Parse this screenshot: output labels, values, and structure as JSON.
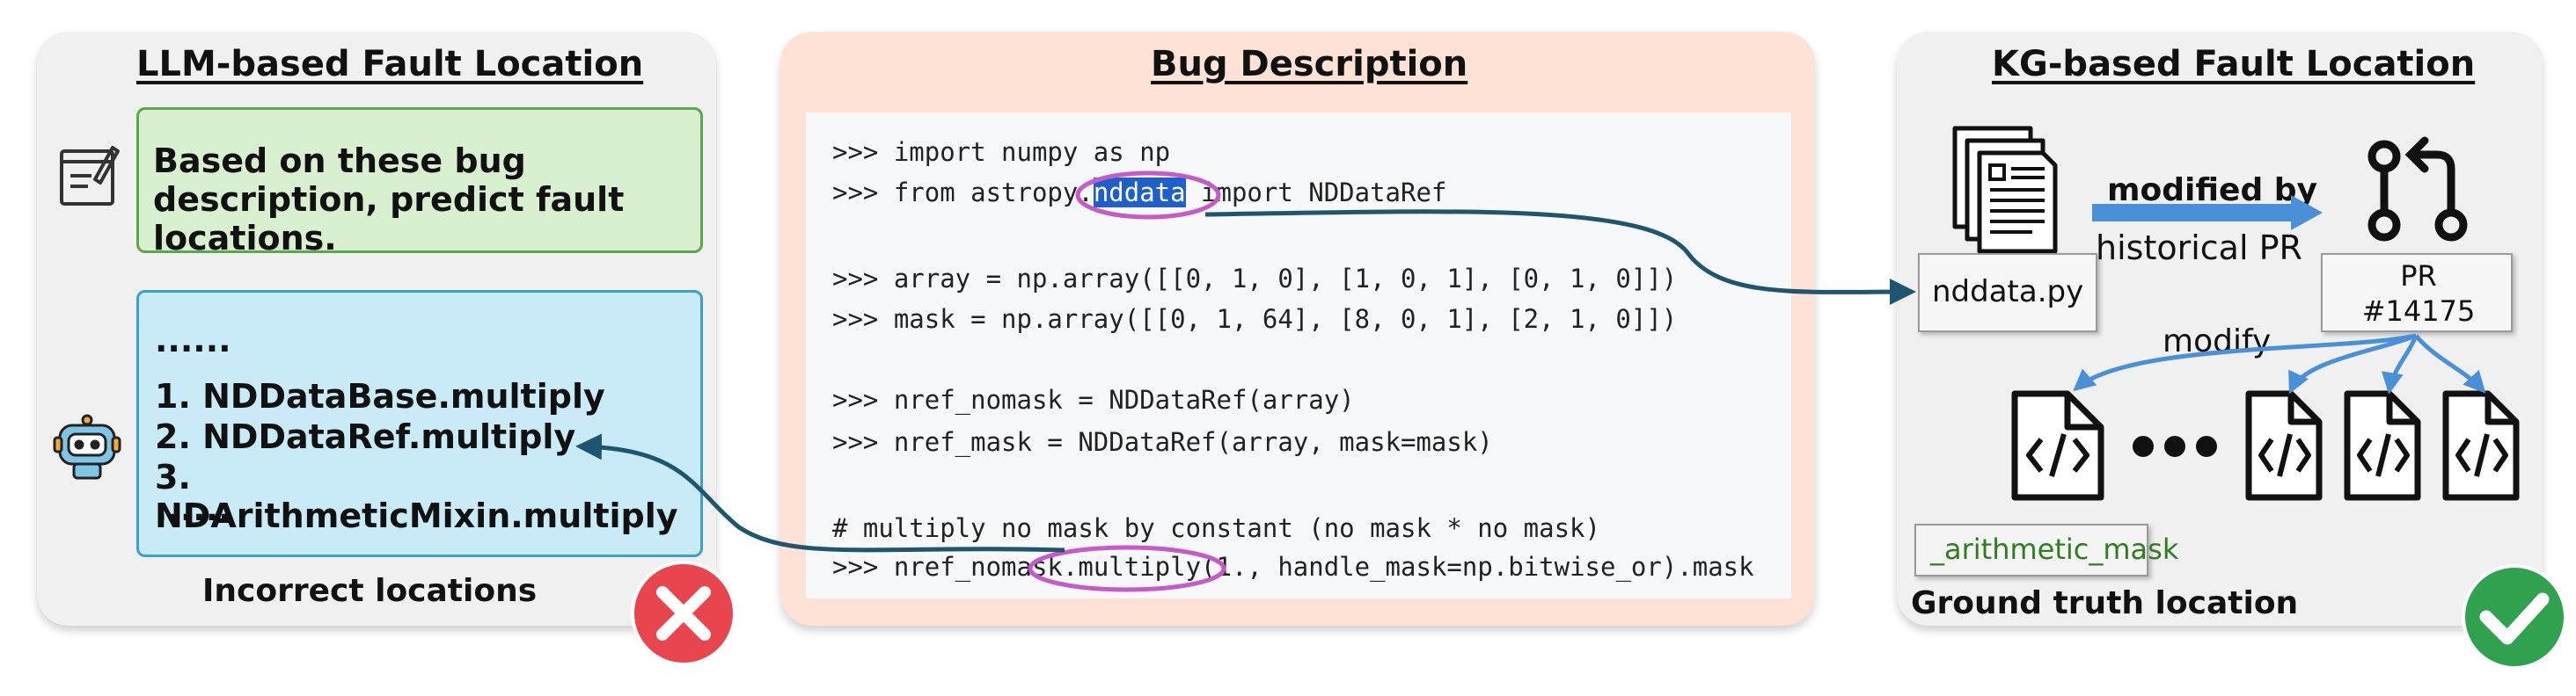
{
  "llm_panel": {
    "title": "LLM-based Fault Location",
    "prompt": "Based on these bug description, predict fault locations.",
    "response": {
      "ellipsis_top": "......",
      "items": [
        "1. NDDataBase.multiply",
        "2. NDDataRef.multiply",
        "3. NDArithmeticMixin.multiply"
      ],
      "ellipsis_bottom": "......"
    },
    "caption": "Incorrect locations",
    "result_icon": "cross-icon",
    "result_color": "#e8454f"
  },
  "bug_panel": {
    "title": "Bug Description",
    "code_lines": {
      "l1": ">>> import numpy as np",
      "l2_pre": ">>> from astropy.",
      "l2_hl": "nddata",
      "l2_post": " import NDDataRef",
      "l3": ">>> array = np.array([[0, 1, 0], [1, 0, 1], [0, 1, 0]])",
      "l4": ">>> mask = np.array([[0, 1, 64], [8, 0, 1], [2, 1, 0]])",
      "l5": ">>> nref_nomask = NDDataRef(array)",
      "l6": ">>> nref_mask = NDDataRef(array, mask=mask)",
      "l7": "# multiply no mask by constant (no mask * no mask)",
      "l8_pre": ">>> nref_nomask.",
      "l8_hl": "multiply",
      "l8_post": "(1., handle_mask=np.bitwise_or).mask"
    }
  },
  "kg_panel": {
    "title": "KG-based Fault Location",
    "file_node": "nddata.py",
    "edge_modified_by": "modified by",
    "edge_historical": "historical PR",
    "pr_node": "PR\n#14175",
    "edge_modify": "modify",
    "ground_truth_node": "_arithmetic_mask",
    "caption": "Ground truth location",
    "result_icon": "check-icon",
    "result_color": "#2fa14f"
  },
  "colors": {
    "llm_panel_bg": "#f0f0f0",
    "bug_panel_bg": "#fde2d5",
    "prompt_bg": "#d8f0cf",
    "response_bg": "#c9ebf8",
    "highlight": "#1e5fc9",
    "ellipse": "#c55ac8",
    "curve": "#1e5670",
    "blue_arrow": "#4a90d9"
  }
}
